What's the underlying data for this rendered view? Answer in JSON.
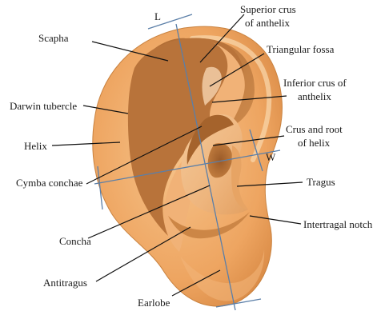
{
  "axes": {
    "length_letter": "L",
    "width_letter": "W"
  },
  "labels": {
    "scapha": "Scapha",
    "darwin_tubercle": "Darwin tubercle",
    "helix": "Helix",
    "cymba_conchae": "Cymba conchae",
    "concha": "Concha",
    "antitragus": "Antitragus",
    "earlobe": "Earlobe",
    "superior_crus_1": "Superior crus",
    "superior_crus_2": "of anthelix",
    "triangular_fossa": "Triangular fossa",
    "inferior_crus_1": "Inferior crus of",
    "inferior_crus_2": "anthelix",
    "crus_root_1": "Crus and root",
    "crus_root_2": "of helix",
    "tragus": "Tragus",
    "intertragal_notch": "Intertragal notch"
  },
  "colors": {
    "skin_outer": "#eca15c",
    "skin_mid": "#f3b877",
    "skin_light": "#f8d6aa",
    "shadow": "#b9773d",
    "deep_shadow": "#8a5528",
    "axis_line": "#5b7fa8"
  }
}
